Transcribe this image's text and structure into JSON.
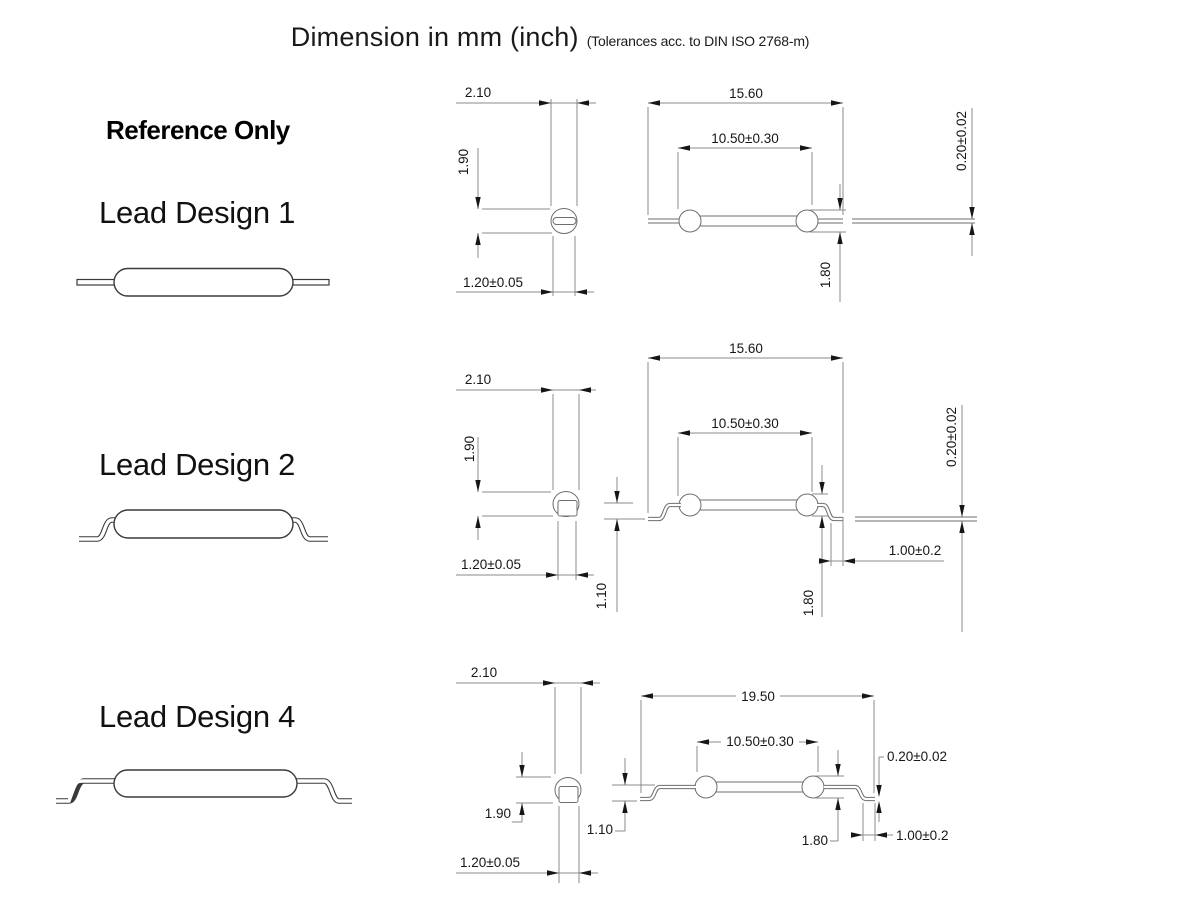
{
  "title": {
    "main": "Dimension in mm (inch)",
    "tolerance_note": "(Tolerances acc. to DIN ISO 2768-m)"
  },
  "reference_label": "Reference Only",
  "designs": [
    {
      "label": "Lead Design 1",
      "dims": {
        "end_width": "2.10",
        "end_height": "1.90",
        "lead_width": "1.20±0.05",
        "overall_length": "15.60",
        "glass_length": "10.50±0.30",
        "lead_thickness": "0.20±0.02",
        "bulb_diameter": "1.80"
      }
    },
    {
      "label": "Lead Design 2",
      "dims": {
        "end_width": "2.10",
        "end_height": "1.90",
        "lead_width": "1.20±0.05",
        "bend_drop": "1.10",
        "overall_length": "15.60",
        "glass_length": "10.50±0.30",
        "lead_thickness": "0.20±0.02",
        "bulb_diameter": "1.80",
        "foot_length": "1.00±0.2"
      }
    },
    {
      "label": "Lead Design 4",
      "dims": {
        "end_width": "2.10",
        "end_height": "1.90",
        "lead_width": "1.20±0.05",
        "bend_drop": "1.10",
        "overall_length": "19.50",
        "glass_length": "10.50±0.30",
        "lead_thickness": "0.20±0.02",
        "bulb_diameter": "1.80",
        "foot_length": "1.00±0.2"
      }
    }
  ]
}
